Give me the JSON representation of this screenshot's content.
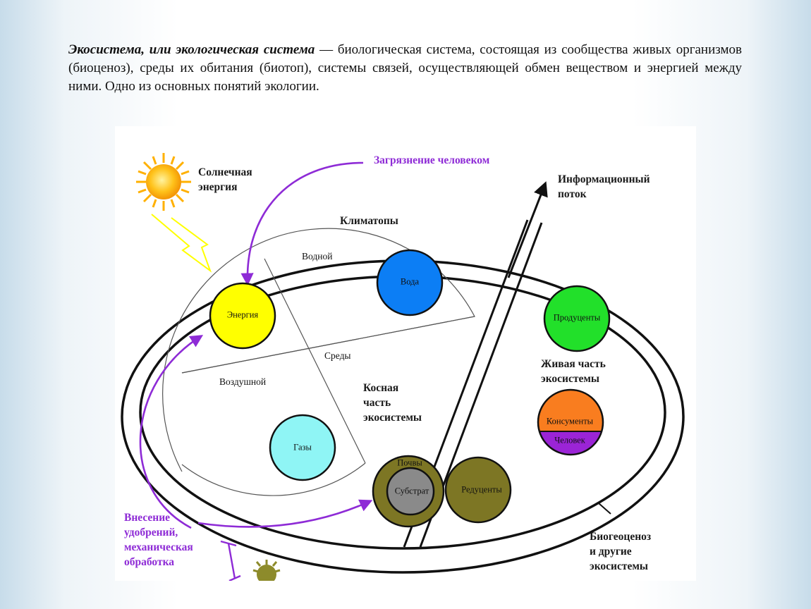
{
  "intro": {
    "term": "Экосистема, или экологическая система",
    "rest": " — биологическая система, состоящая из сообщества живых организмов (биоценоз), среды их обитания (биотоп), системы связей, осуществляющей обмен веществом и энергией между ними. Одно из основных понятий экологии."
  },
  "diagram": {
    "solar": [
      "Солнечная",
      "энергия"
    ],
    "pollution": "Загрязнение человеком",
    "info_flow": [
      "Информационный",
      "поток"
    ],
    "climatopes": "Климатопы",
    "water_zone": "Водной",
    "air_zone": "Воздушной",
    "environments": "Среды",
    "inert": [
      "Косная",
      "часть",
      "экосистемы"
    ],
    "living": [
      "Живая часть",
      "экосистемы"
    ],
    "fertilizer": [
      "Внесение",
      "удобрений,",
      "механическая",
      "обработка"
    ],
    "biogeocenosis": [
      "Биогеоценоз",
      "и другие",
      "экосистемы"
    ],
    "circles": {
      "energy": "Энергия",
      "water": "Вода",
      "gases": "Газы",
      "soil": "Почвы",
      "substrate": "Субстрат",
      "reducers": "Редуценты",
      "producers": "Продуценты",
      "consumers": "Консументы",
      "human": "Человек"
    }
  }
}
